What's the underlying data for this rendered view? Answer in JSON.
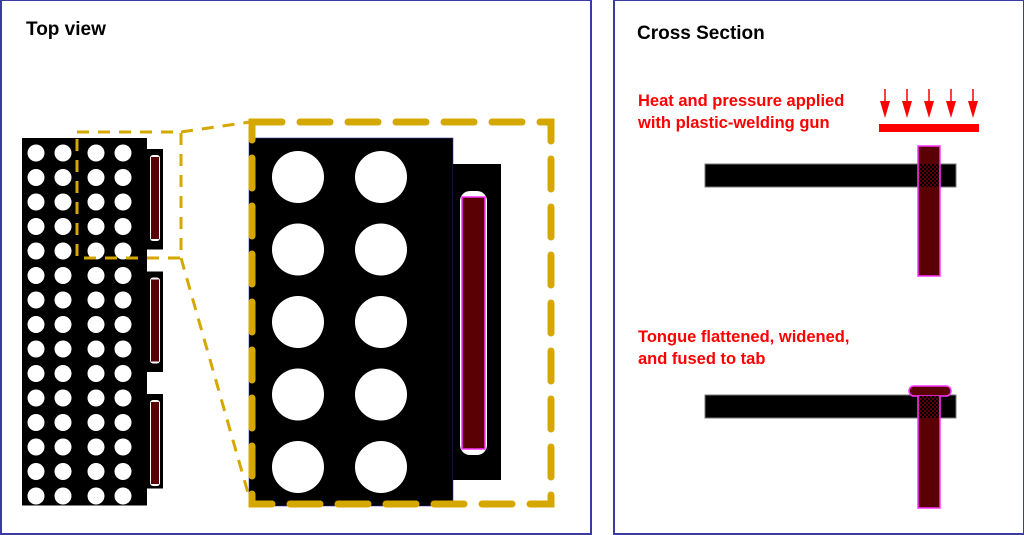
{
  "colors": {
    "panel_border": "#3b3ba5",
    "part_body": "#000000",
    "holes": "#ffffff",
    "tongue": "#5a0005",
    "tongue_outline": "#ff33ff",
    "zoom_outline": "#d4a800",
    "annotation": "#ff0000"
  },
  "top_view": {
    "title": "Top view",
    "grid": {
      "rows": 15,
      "cols": 4,
      "segments": 3,
      "rows_per_segment": 5
    },
    "zoom_detail": {
      "rows": 5,
      "cols": 2
    }
  },
  "cross_section": {
    "title": "Cross Section",
    "before": {
      "label": "Heat and pressure applied\nwith plastic-welding gun",
      "arrow_count": 5
    },
    "after": {
      "label": "Tongue flattened, widened,\nand fused to tab"
    }
  }
}
